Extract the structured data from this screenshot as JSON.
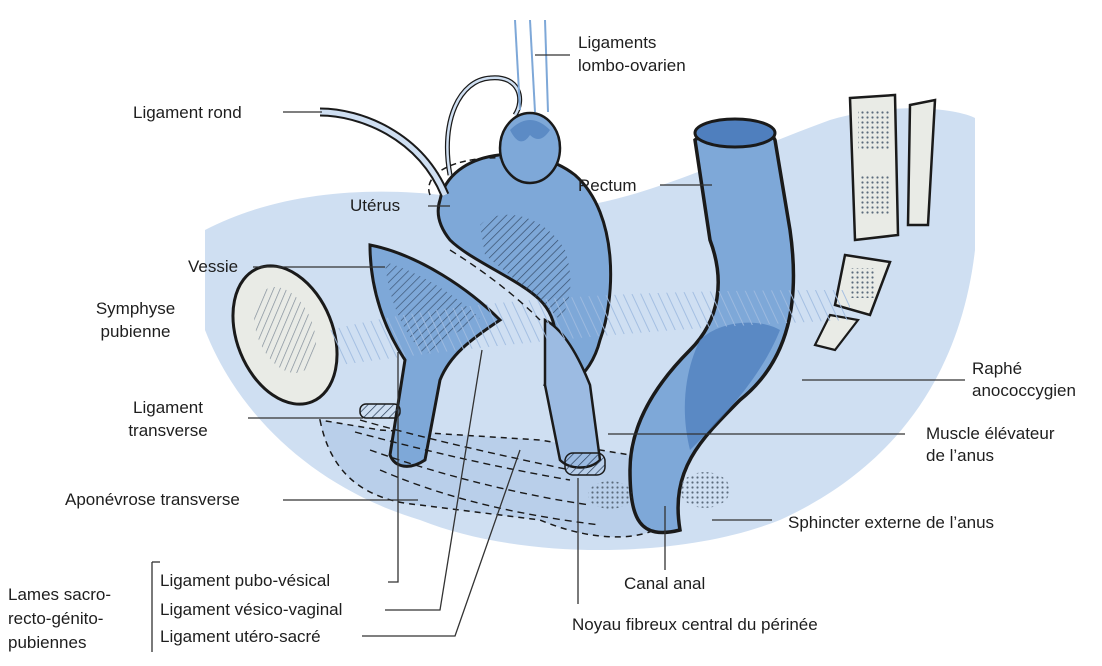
{
  "labels": {
    "ligaments_lombo_1": "Ligaments",
    "ligaments_lombo_2": "lombo-ovarien",
    "ligament_rond": "Ligament rond",
    "uterus": "Utérus",
    "rectum": "Rectum",
    "vessie": "Vessie",
    "symphyse_1": "Symphyse",
    "symphyse_2": "pubienne",
    "raphe_1": "Raphé",
    "raphe_2": "anococcygien",
    "ligament_transverse_1": "Ligament",
    "ligament_transverse_2": "transverse",
    "muscle_1": "Muscle élévateur",
    "muscle_2": "de l’anus",
    "aponevrose": "Aponévrose transverse",
    "sphincter": "Sphincter externe de l’anus",
    "lames_1": "Lames sacro-",
    "lames_2": "recto-génito-",
    "lames_3": "pubiennes",
    "pubo_vesical": "Ligament pubo-vésical",
    "canal_anal": "Canal anal",
    "vesico_vaginal": "Ligament vésico-vaginal",
    "noyau": "Noyau fibreux central du périnée",
    "utero_sacre": "Ligament utéro-sacré"
  },
  "colors": {
    "background_tint": "#cfdff2",
    "organ_blue": "#7ea8d8",
    "organ_dark": "#4f7fbe",
    "outline": "#1a1a1a",
    "bone": "#e9ebe6"
  }
}
